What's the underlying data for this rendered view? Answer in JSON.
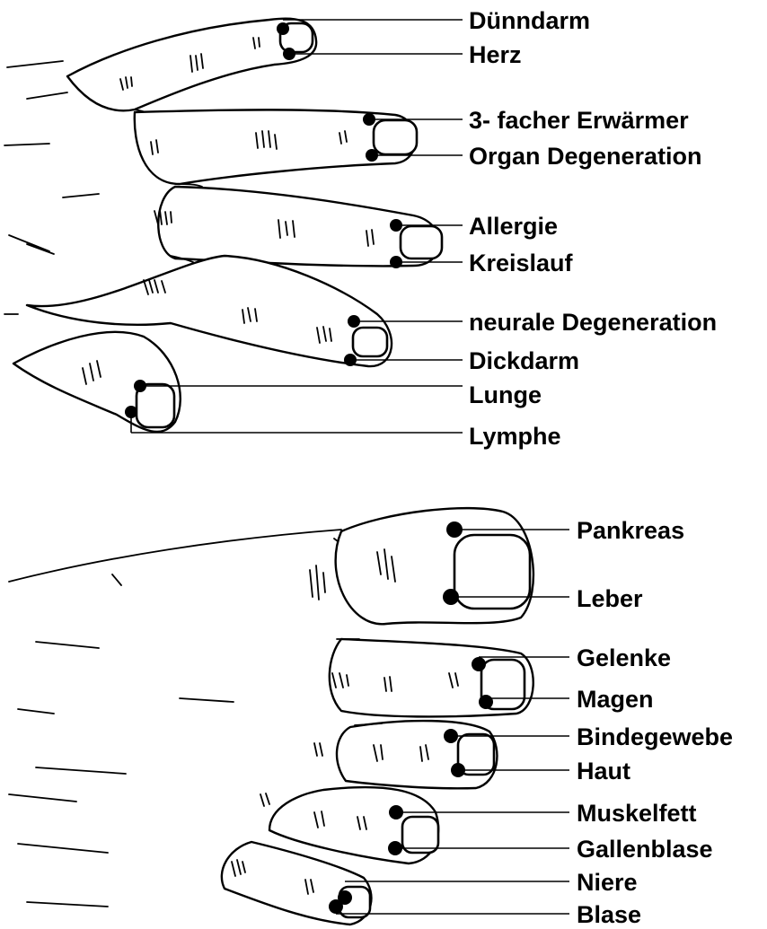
{
  "hand": {
    "labels": [
      "Dünndarm",
      "Herz",
      "3- facher Erwärmer",
      "Organ Degeneration",
      "Allergie",
      "Kreislauf",
      "neurale Degeneration",
      "Dickdarm",
      "Lunge",
      "Lymphe"
    ]
  },
  "foot": {
    "labels": [
      "Pankreas",
      "Leber",
      "Gelenke",
      "Magen",
      "Bindegewebe",
      "Haut",
      "Muskelfett",
      "Gallenblase",
      "Niere",
      "Blase"
    ]
  }
}
